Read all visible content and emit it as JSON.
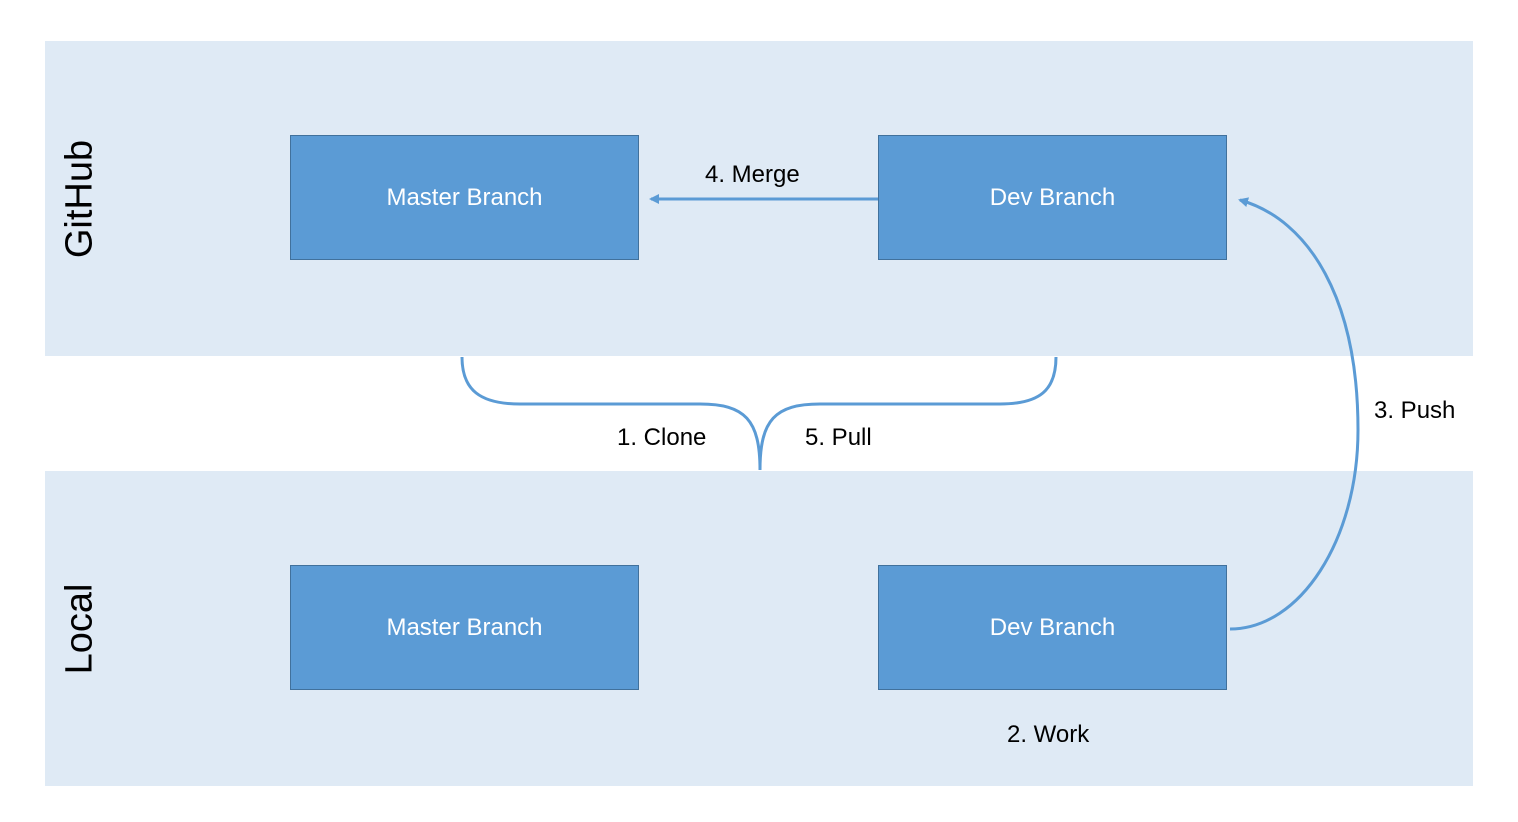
{
  "lanes": {
    "github": {
      "label": "GitHub"
    },
    "local": {
      "label": "Local"
    }
  },
  "boxes": {
    "github_master": "Master Branch",
    "github_dev": "Dev Branch",
    "local_master": "Master Branch",
    "local_dev": "Dev Branch"
  },
  "steps": {
    "clone": "1. Clone",
    "work": "2. Work",
    "push": "3. Push",
    "merge": "4. Merge",
    "pull": "5. Pull"
  },
  "colors": {
    "lane_fill": "#dfeaf5",
    "box_fill": "#5b9bd5",
    "box_border": "#41719c",
    "connector": "#5b9bd5"
  }
}
